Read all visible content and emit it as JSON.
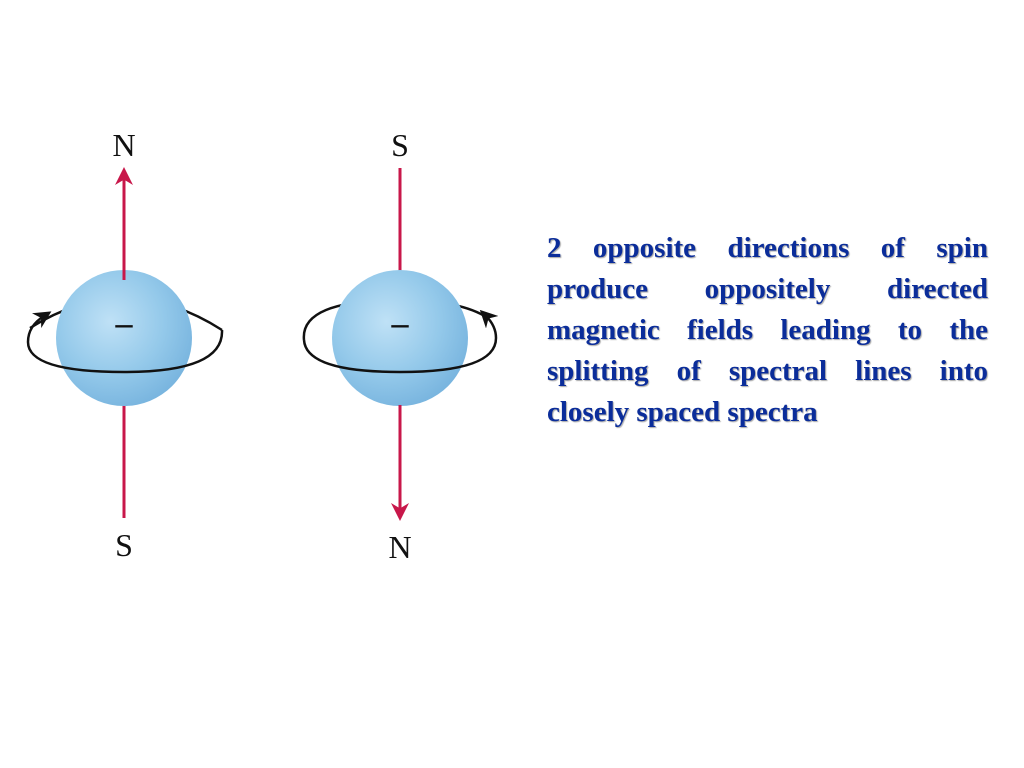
{
  "colors": {
    "axis_arrow": "#c8174a",
    "sphere_fill": "#8fc6e8",
    "sphere_highlight": "#bfe1f6",
    "sphere_edge": "#6fa9d4",
    "rotation_arrow": "#111111",
    "caption_text": "#0b2d9a"
  },
  "electron_left": {
    "top_pole": "N",
    "bottom_pole": "S",
    "charge": "–",
    "field_direction": "up",
    "rotation_arrowhead": "left"
  },
  "electron_right": {
    "top_pole": "S",
    "bottom_pole": "N",
    "charge": "–",
    "field_direction": "down",
    "rotation_arrowhead": "right"
  },
  "caption": {
    "text": "2 opposite directions of spin produce oppositely directed magnetic fields leading to the splitting of spectral lines into closely spaced spectra"
  }
}
